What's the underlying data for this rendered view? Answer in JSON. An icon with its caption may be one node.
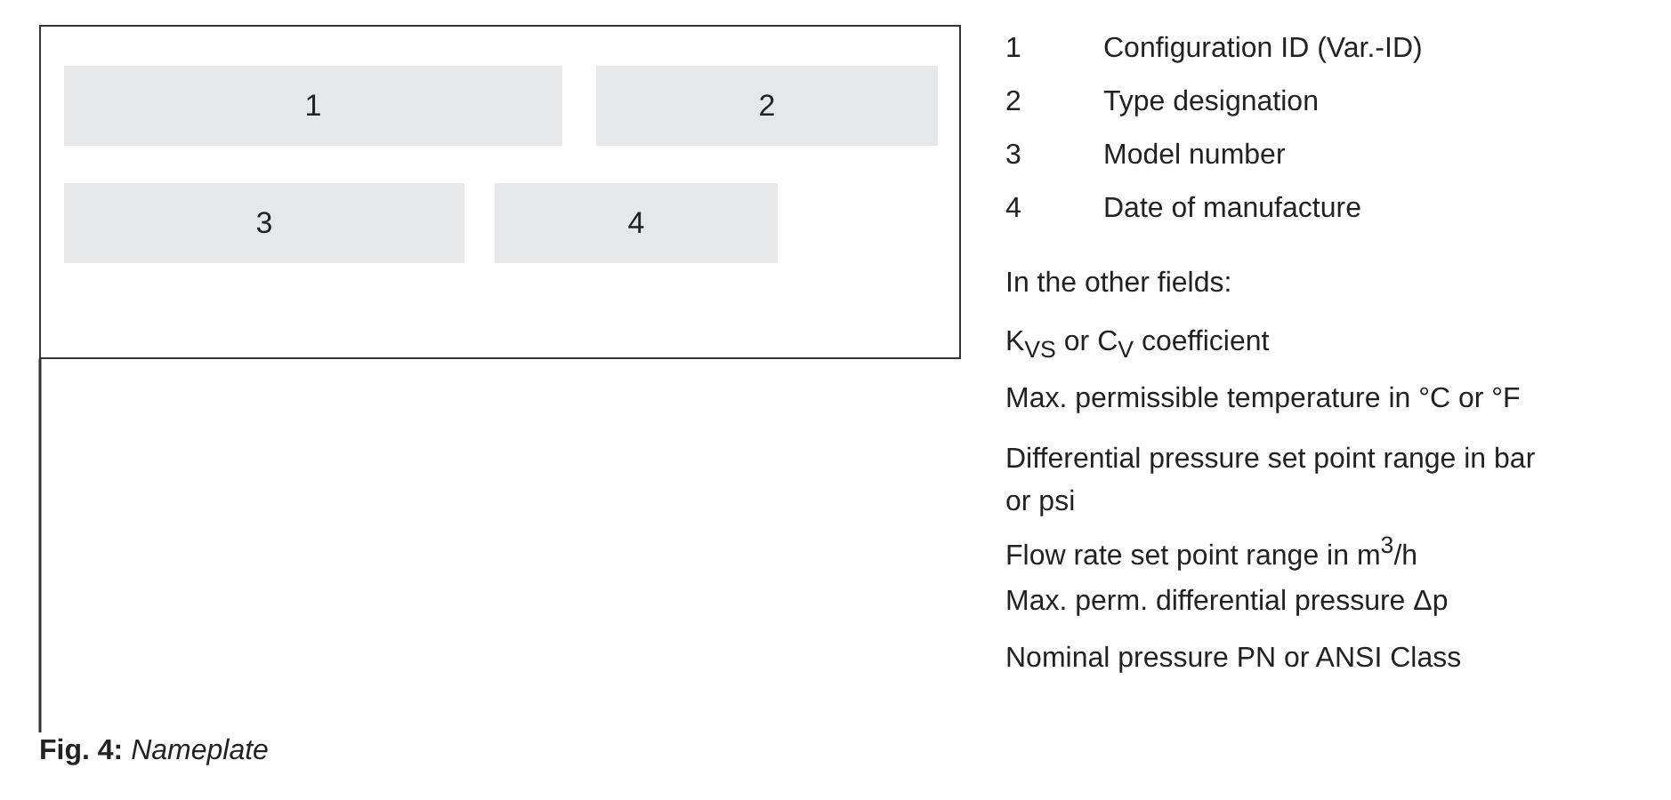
{
  "diagram": {
    "caption": "**Fig. 4:** *Nameplate*",
    "nodes": [
      {
        "text": [],
        "shape": "box"
      },
      {
        "text": [
          "1"
        ],
        "in": 0
      },
      {
        "text": [
          "2"
        ],
        "in": 0
      },
      {
        "text": [
          "3"
        ],
        "in": 0
      },
      {
        "text": [
          "4"
        ],
        "in": 0
      }
    ],
    "edges": [],
    "labels": [
      "1",
      "Configuration ID (Var.-ID)",
      "2",
      "Type designation",
      "3",
      "Model number",
      "4",
      "Date of manufacture",
      "In the other fields:",
      "K$_{VS}$ or C$_{V}$ coefficient",
      "Max. permissible temperature in °C or °F",
      "Differential pressure set point range in bar or psi",
      "Flow rate set point range in m$^{3}$/h",
      "Max. perm. differential pressure Δp",
      "Nominal pressure PN or ANSI Class"
    ]
  }
}
